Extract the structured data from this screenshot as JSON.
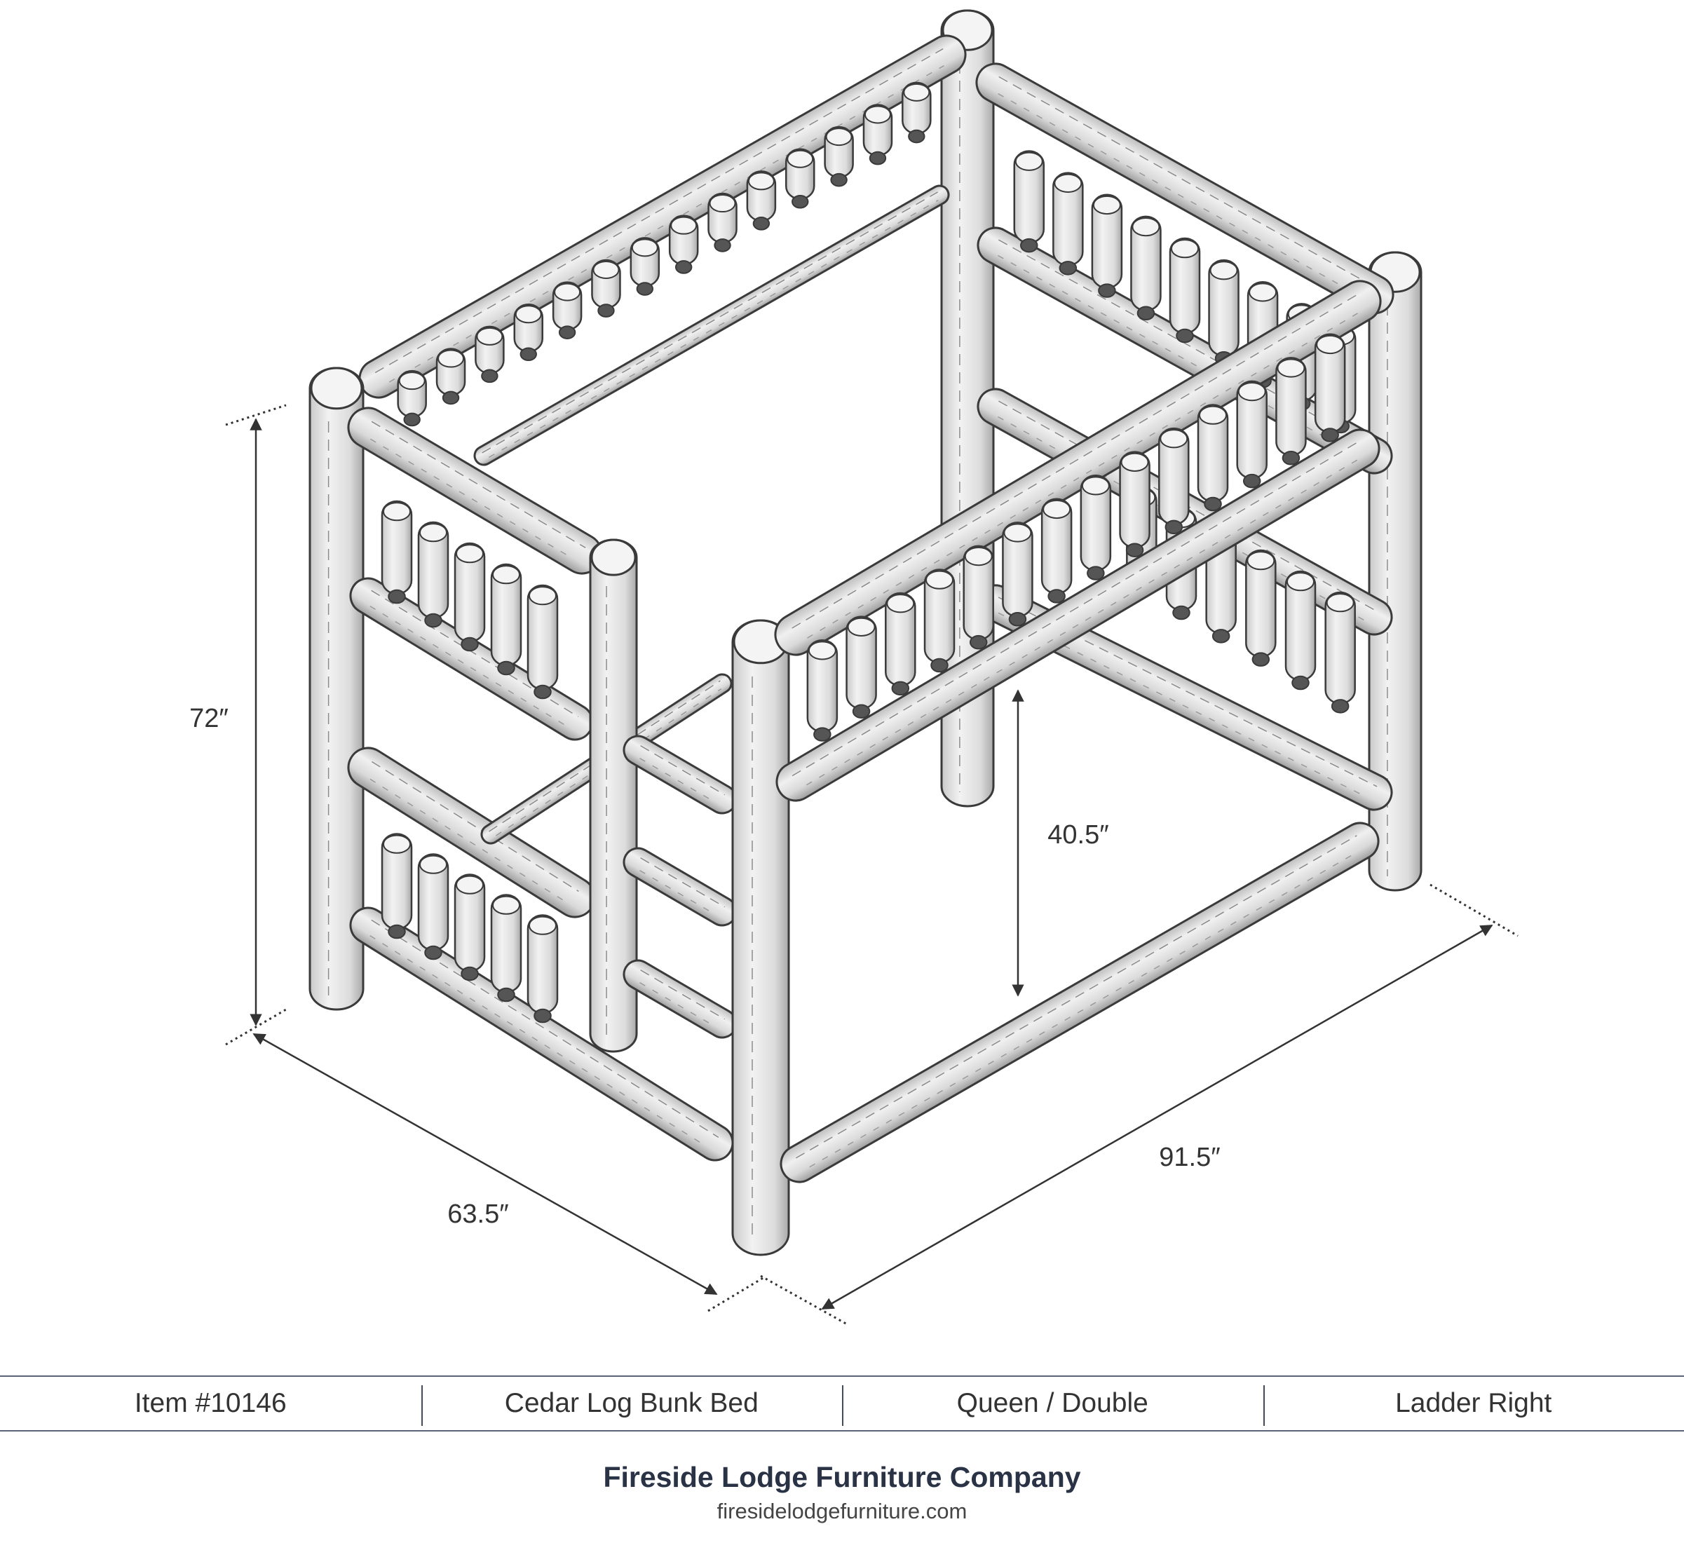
{
  "dimensions": {
    "height": "72″",
    "bunk_clearance": "40.5″",
    "width": "63.5″",
    "length": "91.5″"
  },
  "spec_bar": {
    "item_number": "Item #10146",
    "product_name": "Cedar Log Bunk Bed",
    "size": "Queen / Double",
    "ladder_side": "Ladder Right"
  },
  "footer": {
    "company": "Fireside Lodge Furniture Company",
    "website": "firesidelodgefurniture.com"
  },
  "colors": {
    "log_fill": "#e9e9e9",
    "log_stroke": "#3a3a3a",
    "rule_line": "#5a6478",
    "company_text": "#2a3346"
  }
}
